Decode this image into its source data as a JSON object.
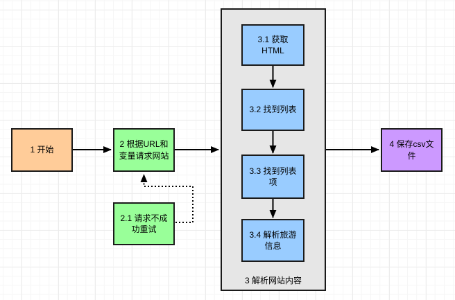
{
  "diagram": {
    "type": "flowchart",
    "nodes": {
      "start": {
        "label": "1 开始",
        "fill": "#ffcc99"
      },
      "request": {
        "label": "2 根据URL和\n变量请求网站",
        "fill": "#99ff99"
      },
      "retry": {
        "label": "2.1 请求不成\n功重试",
        "fill": "#99ff99"
      },
      "container": {
        "label": "3 解析网站内容",
        "fill": "#e6e6e6"
      },
      "step1": {
        "label": "3.1 获取\nHTML",
        "fill": "#99ccff"
      },
      "step2": {
        "label": "3.2 找到列表",
        "fill": "#99ccff"
      },
      "step3": {
        "label": "3.3 找到列表\n项",
        "fill": "#99ccff"
      },
      "step4": {
        "label": "3.4 解析旅游\n信息",
        "fill": "#99ccff"
      },
      "save": {
        "label": "4 保存csv文\n件",
        "fill": "#cc99ff"
      }
    },
    "edges": [
      {
        "from": "start",
        "to": "request",
        "style": "solid"
      },
      {
        "from": "request",
        "to": "container",
        "style": "solid"
      },
      {
        "from": "container",
        "to": "save",
        "style": "solid"
      },
      {
        "from": "step1",
        "to": "step2",
        "style": "solid"
      },
      {
        "from": "step2",
        "to": "step3",
        "style": "solid"
      },
      {
        "from": "step3",
        "to": "step4",
        "style": "solid"
      },
      {
        "from": "retry",
        "to": "request",
        "style": "dotted"
      }
    ],
    "colors": {
      "box_border": "#1a1a1a",
      "edge": "#000000",
      "background": "#ffffff",
      "grid_minor": "#f6f6f6",
      "grid_major": "#ececec"
    }
  }
}
